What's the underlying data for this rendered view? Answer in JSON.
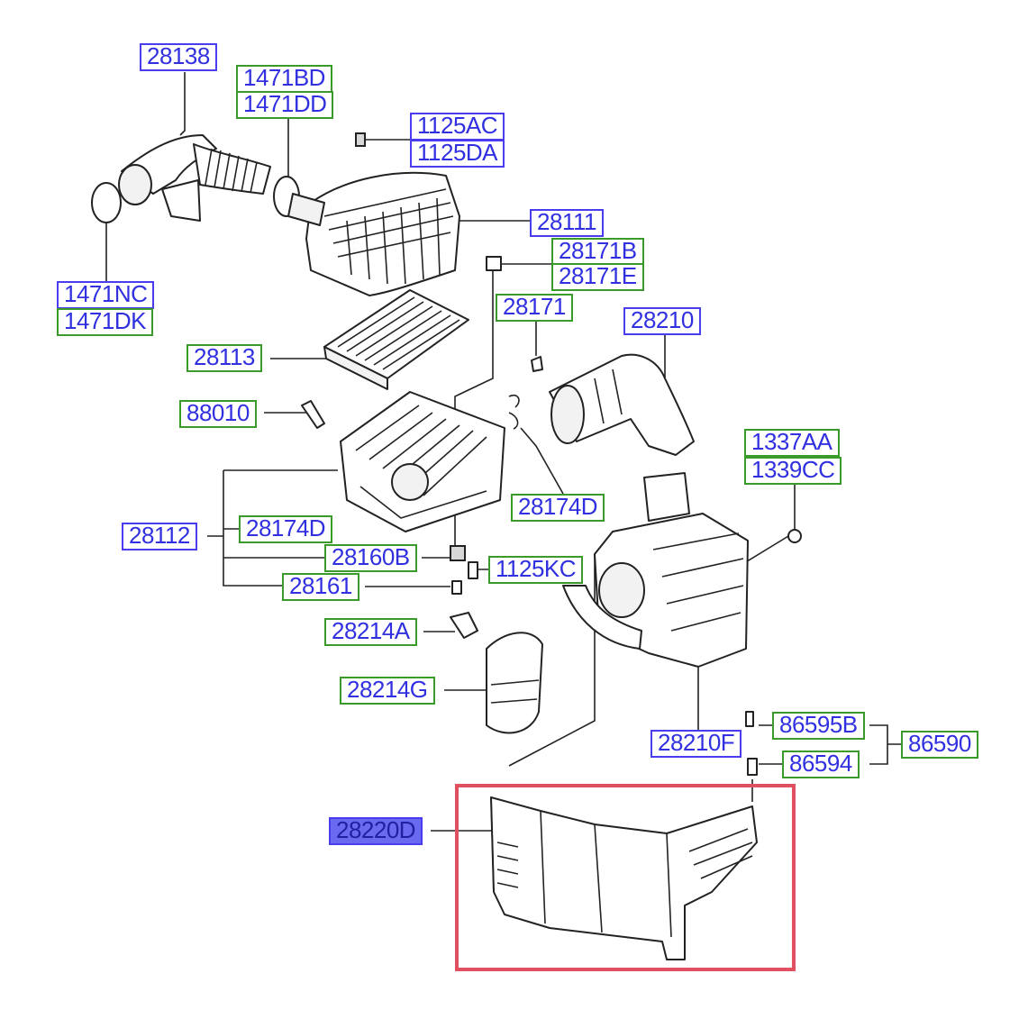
{
  "labels": {
    "l28138": "28138",
    "l1471BD": "1471BD",
    "l1471DD": "1471DD",
    "l1125AC": "1125AC",
    "l1125DA": "1125DA",
    "l28111": "28111",
    "l28171B": "28171B",
    "l28171E": "28171E",
    "l1471NC": "1471NC",
    "l1471DK": "1471DK",
    "l28171": "28171",
    "l28210": "28210",
    "l28113": "28113",
    "l88010": "88010",
    "l1337AA": "1337AA",
    "l1339CC": "1339CC",
    "l28174D_a": "28174D",
    "l28112": "28112",
    "l28174D_b": "28174D",
    "l28160B": "28160B",
    "l1125KC": "1125KC",
    "l28161": "28161",
    "l28214A": "28214A",
    "l28214G": "28214G",
    "l86595B": "86595B",
    "l28210F": "28210F",
    "l86590": "86590",
    "l86594": "86594",
    "l28220D": "28220D"
  },
  "colors": {
    "label_border_blue": "#4a3df0",
    "label_border_green": "#3a9a2a",
    "label_text": "#3030e0",
    "selected_fill": "#6a6af0",
    "highlight_frame": "#e05060"
  },
  "selected_part": "28220D"
}
